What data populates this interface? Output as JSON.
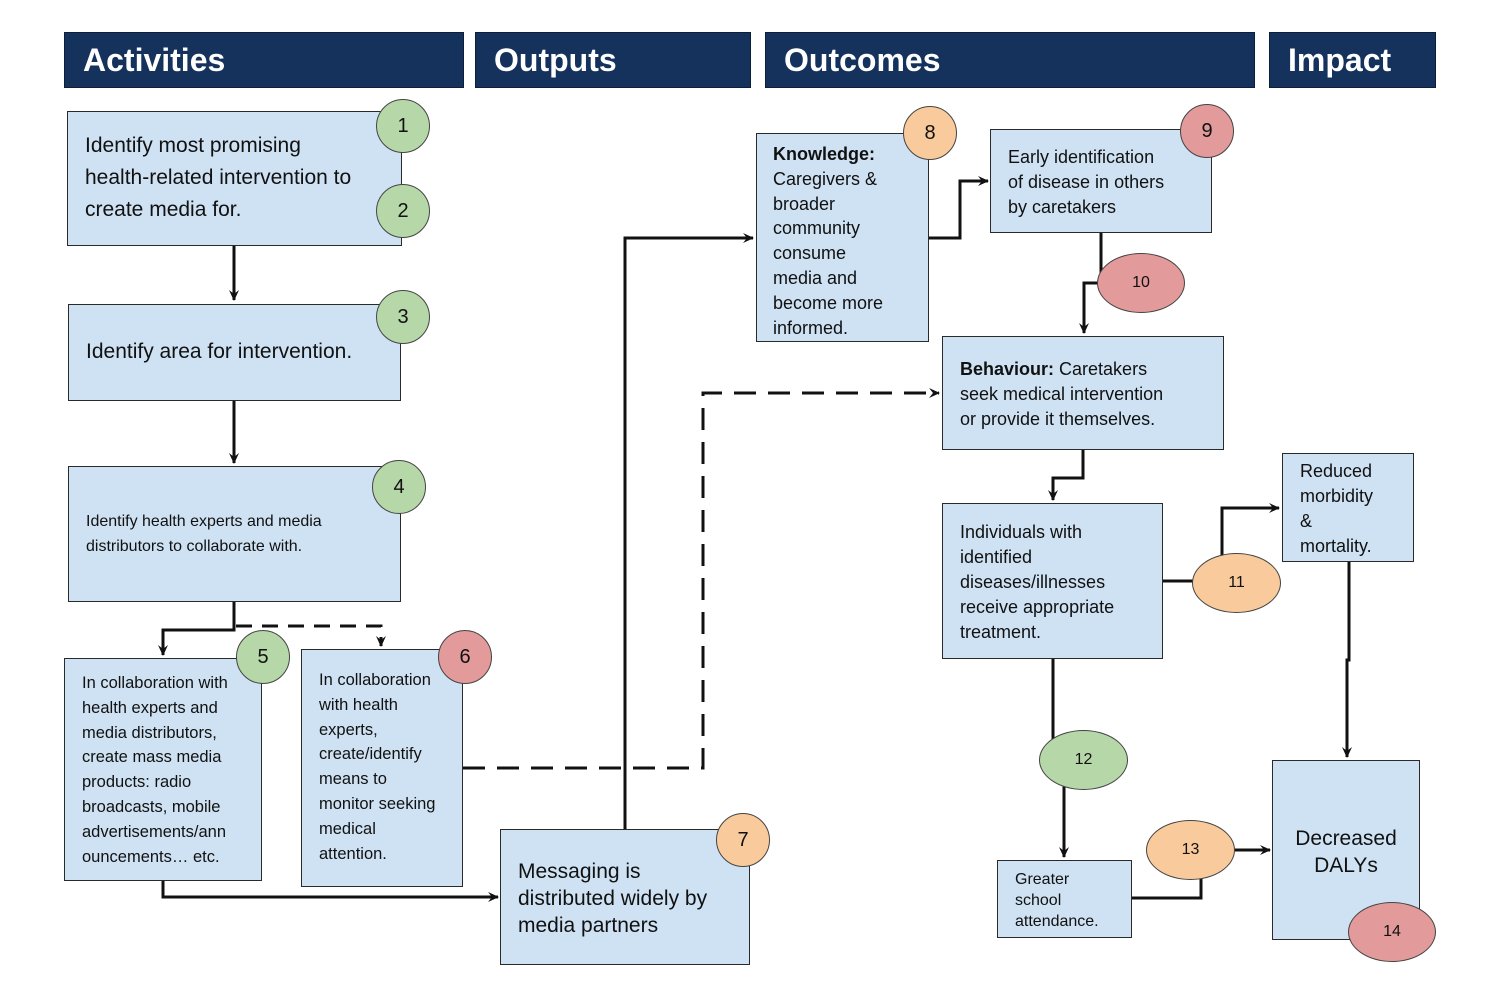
{
  "headers": {
    "activities": "Activities",
    "outputs": "Outputs",
    "outcomes": "Outcomes",
    "impact": "Impact"
  },
  "boxes": {
    "b1": "Identify most promising\nhealth-related intervention to\ncreate media for.",
    "b3": "Identify area for intervention.",
    "b4": "Identify health experts and media\ndistributors to collaborate with.",
    "b5": "In collaboration with\nhealth experts and\nmedia distributors,\ncreate mass media\nproducts: radio\nbroadcasts, mobile\nadvertisements/ann\nouncements… etc.",
    "b6": "In collaboration\nwith health\nexperts,\ncreate/identify\nmeans to\nmonitor seeking\nmedical\nattention.",
    "b7": "Messaging is\ndistributed widely by\nmedia partners",
    "b8_bold": "Knowledge:",
    "b8": "\nCaregivers &\nbroader\ncommunity\nconsume\nmedia and\nbecome more\ninformed.",
    "b9": "Early identification\nof disease in others\nby caretakers",
    "b10_bold": "Behaviour:",
    "b10": " Caretakers\nseek medical intervention\nor provide it themselves.",
    "b11": "Individuals with\nidentified\ndiseases/illnesses\nreceive appropriate\ntreatment.",
    "b12": "Reduced\nmorbidity\n&\nmortality.",
    "b13": "Greater\nschool\nattendance.",
    "b14": "Decreased\nDALYs"
  },
  "badges": {
    "n1": "1",
    "n2": "2",
    "n3": "3",
    "n4": "4",
    "n5": "5",
    "n6": "6",
    "n7": "7",
    "n8": "8",
    "n9": "9",
    "n10": "10",
    "n11": "11",
    "n12": "12",
    "n13": "13",
    "n14": "14"
  },
  "colors": {
    "header_bg": "#14325c",
    "box_fill": "#cfe2f3",
    "badge_green": "#b6d7a8",
    "badge_orange": "#f9cb9c",
    "badge_red": "#e29a9a"
  }
}
